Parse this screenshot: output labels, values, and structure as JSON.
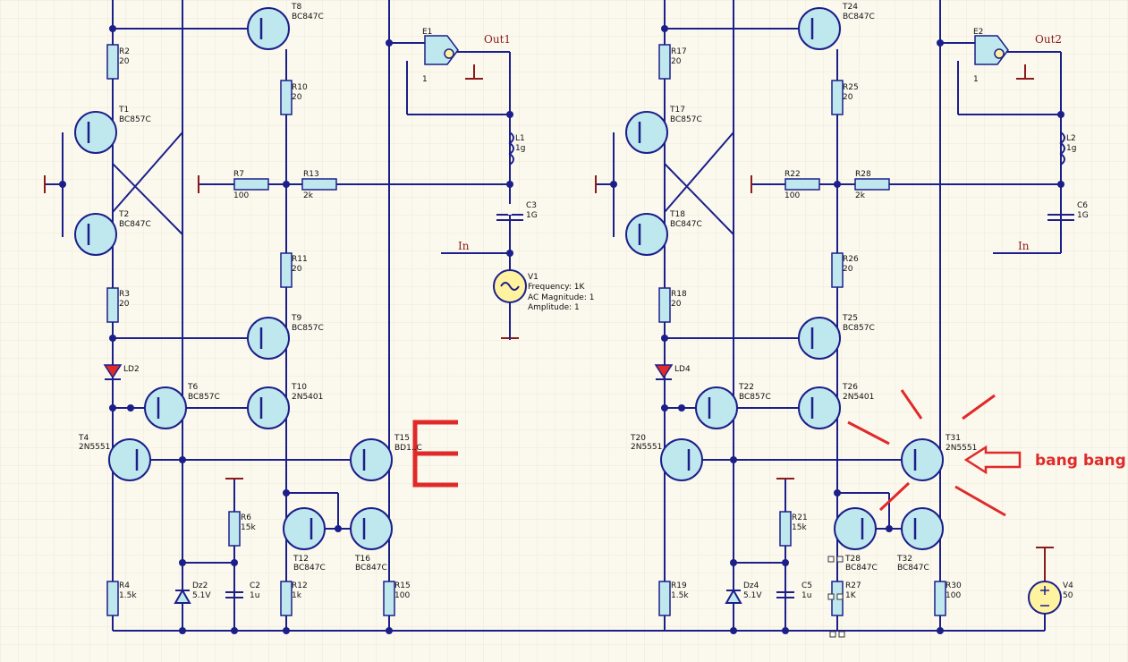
{
  "circuit_left": {
    "transistors": [
      {
        "ref": "T8",
        "part": "BC847C"
      },
      {
        "ref": "T1",
        "part": "BC857C"
      },
      {
        "ref": "T2",
        "part": "BC847C"
      },
      {
        "ref": "T9",
        "part": "BC857C"
      },
      {
        "ref": "T6",
        "part": "BC857C"
      },
      {
        "ref": "T10",
        "part": "2N5401"
      },
      {
        "ref": "T4",
        "part": "2N5551"
      },
      {
        "ref": "T15",
        "part": "BD1..C"
      },
      {
        "ref": "T12",
        "part": "BC847C"
      },
      {
        "ref": "T16",
        "part": "BC847C"
      }
    ],
    "resistors": [
      {
        "ref": "R2",
        "value": "20"
      },
      {
        "ref": "R10",
        "value": "20"
      },
      {
        "ref": "R7",
        "value": "100"
      },
      {
        "ref": "R13",
        "value": "2k"
      },
      {
        "ref": "R11",
        "value": "20"
      },
      {
        "ref": "R3",
        "value": "20"
      },
      {
        "ref": "R6",
        "value": "15k"
      },
      {
        "ref": "R4",
        "value": "1.5k"
      },
      {
        "ref": "R12",
        "value": "1k"
      },
      {
        "ref": "R15",
        "value": "100"
      }
    ],
    "amp": {
      "ref": "E1",
      "gain": "1",
      "net": "Out1"
    },
    "inductor": {
      "ref": "L1",
      "value": "1g"
    },
    "capacitor_c3": {
      "ref": "C3",
      "value": "1G"
    },
    "capacitor_c2": {
      "ref": "C2",
      "value": "1u"
    },
    "input_net": "In",
    "source": {
      "ref": "V1",
      "line1": "Frequency: 1K",
      "line2": "AC Magnitude: 1",
      "line3": "Amplitude: 1"
    },
    "led": "LD2",
    "zener": {
      "ref": "Dz2",
      "value": "5.1V"
    }
  },
  "circuit_right": {
    "transistors": [
      {
        "ref": "T24",
        "part": "BC847C"
      },
      {
        "ref": "T17",
        "part": "BC857C"
      },
      {
        "ref": "T18",
        "part": "BC847C"
      },
      {
        "ref": "T25",
        "part": "BC857C"
      },
      {
        "ref": "T22",
        "part": "BC857C"
      },
      {
        "ref": "T26",
        "part": "2N5401"
      },
      {
        "ref": "T20",
        "part": "2N5551"
      },
      {
        "ref": "T31",
        "part": "2N5551"
      },
      {
        "ref": "T28",
        "part": "BC847C"
      },
      {
        "ref": "T32",
        "part": "BC847C"
      }
    ],
    "resistors": [
      {
        "ref": "R17",
        "value": "20"
      },
      {
        "ref": "R25",
        "value": "20"
      },
      {
        "ref": "R22",
        "value": "100"
      },
      {
        "ref": "R28",
        "value": "2k"
      },
      {
        "ref": "R26",
        "value": "20"
      },
      {
        "ref": "R18",
        "value": "20"
      },
      {
        "ref": "R21",
        "value": "15k"
      },
      {
        "ref": "R19",
        "value": "1.5k"
      },
      {
        "ref": "R27",
        "value": "1K"
      },
      {
        "ref": "R30",
        "value": "100"
      }
    ],
    "amp": {
      "ref": "E2",
      "gain": "1",
      "net": "Out2"
    },
    "inductor": {
      "ref": "L2",
      "value": "1g"
    },
    "capacitor_c6": {
      "ref": "C6",
      "value": "1G"
    },
    "capacitor_c5": {
      "ref": "C5",
      "value": "1u"
    },
    "input_net": "In",
    "source": {
      "ref": "V4",
      "value": "50"
    },
    "led": "LD4",
    "zener": {
      "ref": "Dz4",
      "value": "5.1V"
    }
  },
  "annotation": {
    "text": "bang bang",
    "color": "#e02a2a"
  },
  "colors": {
    "wire": "#1c1f8a",
    "component_fill": "#bfe8ee",
    "ground": "#8b1a1a",
    "background": "#fbf9ee"
  }
}
